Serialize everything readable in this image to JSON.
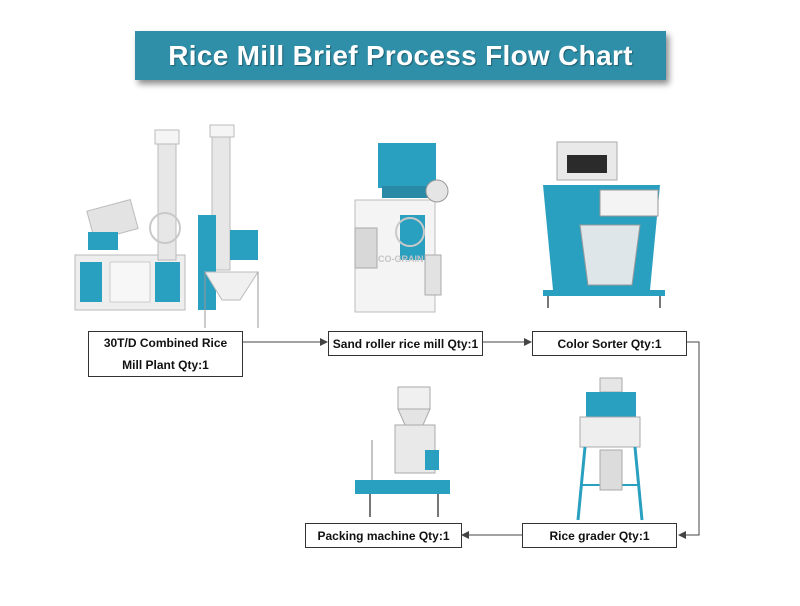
{
  "title": "Rice Mill Brief Process Flow Chart",
  "watermark": "CO-GRAIN",
  "colors": {
    "banner": "#2f8fa9",
    "machine_teal": "#2aa0c0",
    "machine_white": "#f2f2f2",
    "arrow": "#444444"
  },
  "nodes": [
    {
      "id": "combined-mill",
      "label": "30T/D Combined Rice Mill Plant Qty:1"
    },
    {
      "id": "sand-roller",
      "label": "Sand roller rice mill Qty:1"
    },
    {
      "id": "color-sorter",
      "label": "Color Sorter Qty:1"
    },
    {
      "id": "rice-grader",
      "label": "Rice grader Qty:1"
    },
    {
      "id": "packing",
      "label": "Packing machine Qty:1"
    }
  ]
}
